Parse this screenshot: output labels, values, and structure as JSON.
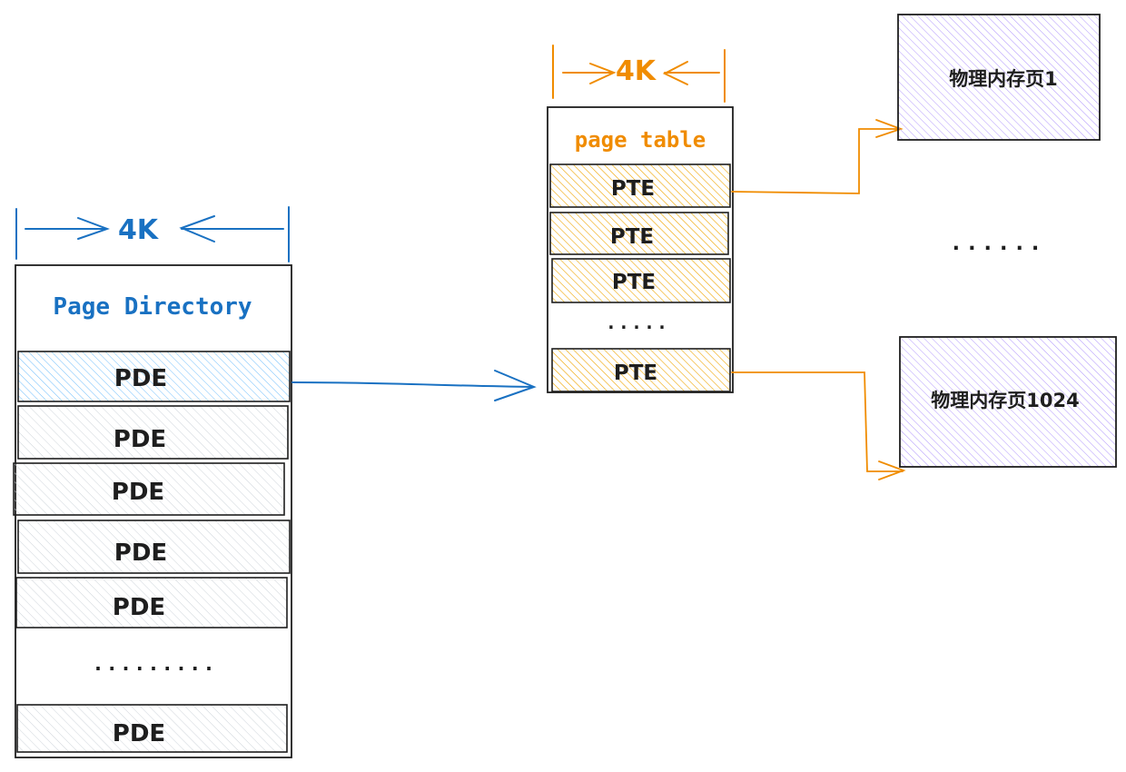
{
  "colors": {
    "stroke": "#1e1e1e",
    "blue": "#1971c2",
    "orange": "#f08c00",
    "pde_fill": "#e9ecef",
    "pde_active_fill": "#a5d8ff",
    "pte_fill": "#ffc034",
    "page_fill": "#d0bfff"
  },
  "page_directory": {
    "width_label": "4K",
    "title": "Page Directory",
    "entries": [
      "PDE",
      "PDE",
      "PDE",
      "PDE",
      "PDE"
    ],
    "ellipsis": ".........",
    "last_entry": "PDE"
  },
  "page_table": {
    "width_label": "4K",
    "title": "page table",
    "entries": [
      "PTE",
      "PTE",
      "PTE"
    ],
    "ellipsis": ".....",
    "last_entry": "PTE"
  },
  "physical_pages": {
    "first": "物理内存页1",
    "ellipsis": "......",
    "last": "物理内存页1024"
  }
}
